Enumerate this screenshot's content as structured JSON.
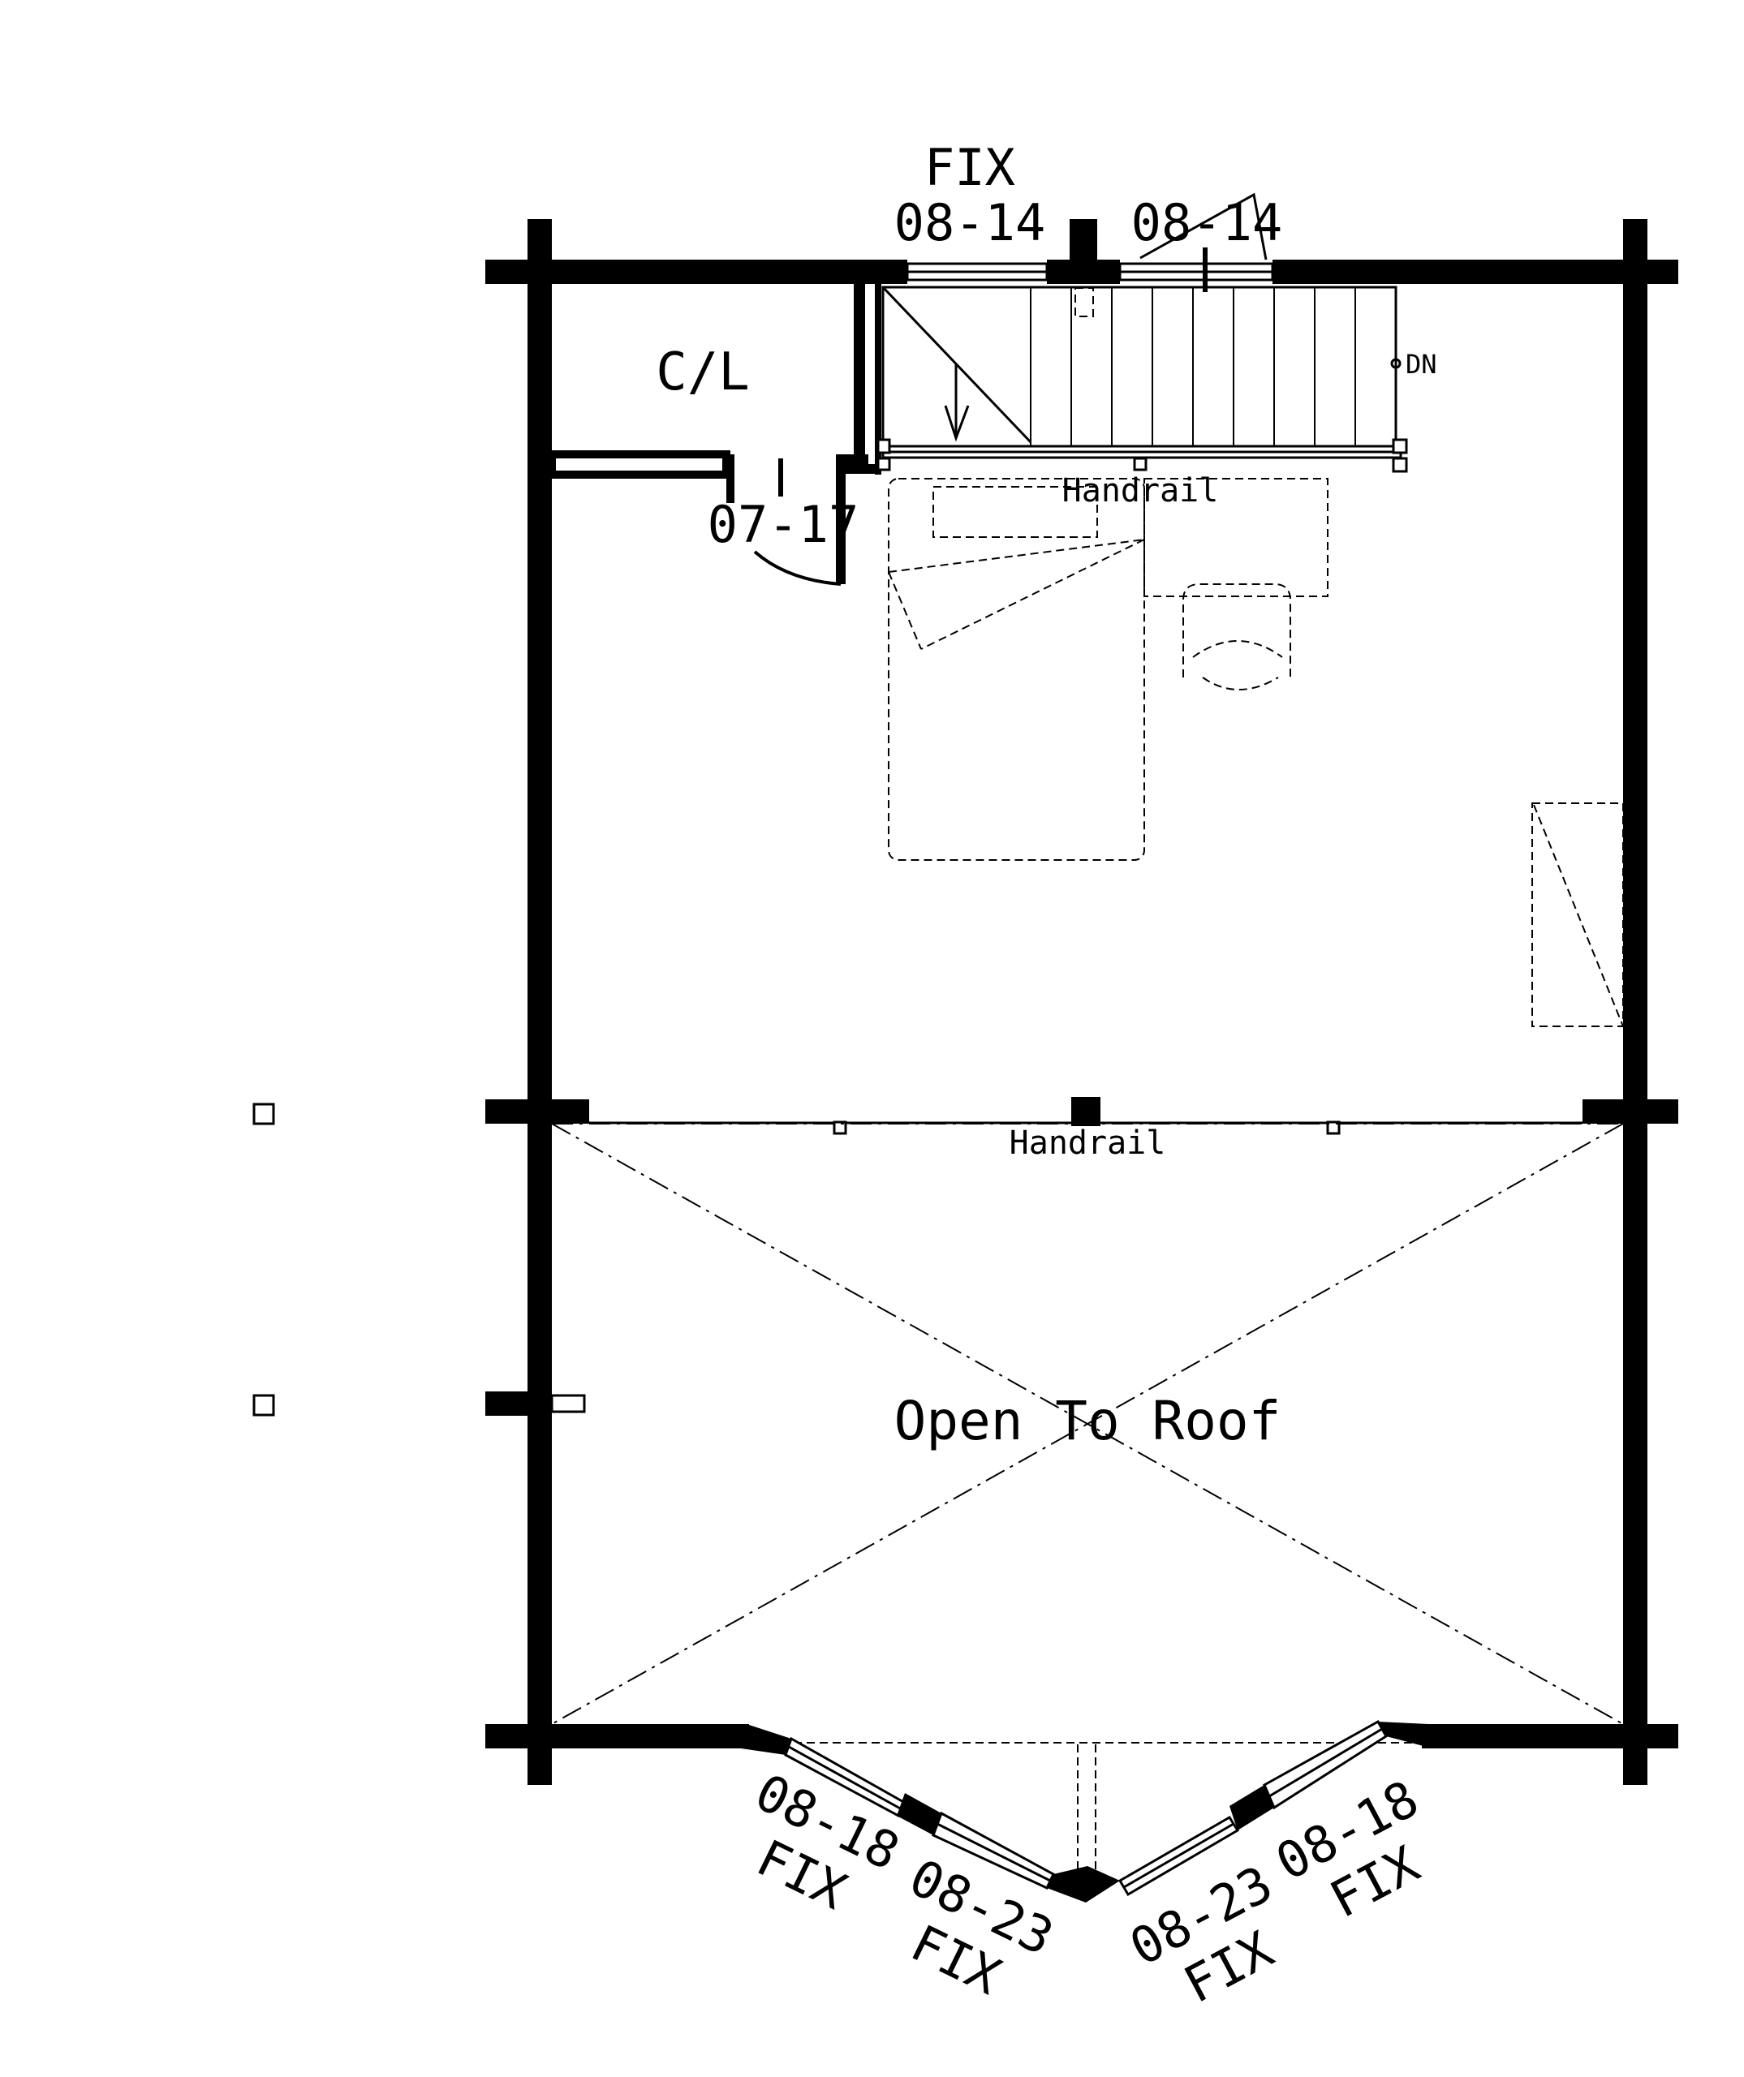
{
  "labels": {
    "top_window_left_type": "FIX",
    "top_window_left_code": "08-14",
    "top_window_right_code": "08-14",
    "closet": "C/L",
    "closet_door_code": "07-17",
    "stair_direction": "DN",
    "stair_handrail": "Handrail",
    "loft_handrail": "Handrail",
    "open_area": "Open To Roof",
    "bay_window_1_code": "08-18",
    "bay_window_1_type": "FIX",
    "bay_window_2_code": "08-23",
    "bay_window_2_type": "FIX",
    "bay_window_3_code": "08-23",
    "bay_window_3_type": "FIX",
    "bay_window_4_code": "08-18",
    "bay_window_4_type": "FIX"
  },
  "colors": {
    "line": "#000000",
    "background": "#ffffff"
  }
}
